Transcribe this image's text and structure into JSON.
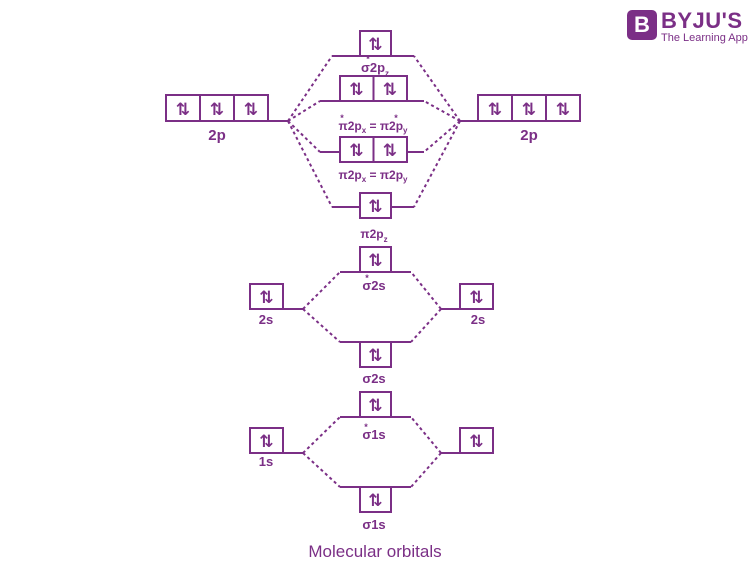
{
  "brand": {
    "mark": "B",
    "name": "BYJU'S",
    "tagline": "The Learning App",
    "color": "#7b2f86"
  },
  "electron_pair": "⇅",
  "atomic_orbitals": {
    "left_2p": "2p",
    "right_2p": "2p",
    "left_2s": "2s",
    "right_2s": "2s",
    "left_1s": "1s"
  },
  "molecular_orbitals": {
    "sigma_star_2pz": {
      "main": "σ2p",
      "star": "*",
      "sub": "z"
    },
    "pi_star_2p": {
      "a": "π2p",
      "a_sub": "x",
      "eq": " = ",
      "b": "π2p",
      "b_sub": "y",
      "star": "*"
    },
    "pi_2p": {
      "a": "π2p",
      "a_sub": "x",
      "eq": " = ",
      "b": "π2p",
      "b_sub": "y"
    },
    "pi_2pz": {
      "main": "π2p",
      "sub": "z"
    },
    "sigma_star_2s": {
      "main": "σ2s",
      "star": "*"
    },
    "sigma_2s": {
      "main": "σ2s"
    },
    "sigma_star_1s": {
      "main": "σ1s",
      "star": "*"
    },
    "sigma_1s": {
      "main": "σ1s"
    }
  },
  "caption": "Molecular orbitals"
}
